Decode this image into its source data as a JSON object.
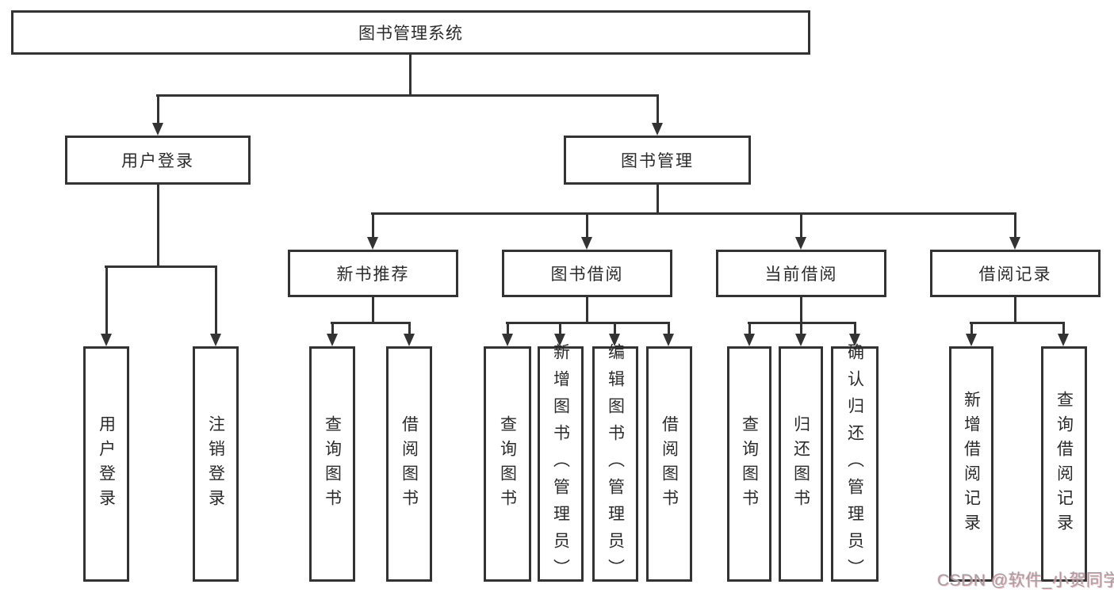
{
  "nodes": {
    "root": "图书管理系统",
    "user_login": "用户登录",
    "book_mgmt": "图书管理",
    "new_book_rec": "新书推荐",
    "book_borrow": "图书借阅",
    "current_borrow": "当前借阅",
    "borrow_record": "借阅记录",
    "leaf_user_login": "用户登录",
    "leaf_logout": "注销登录",
    "leaf_query_book_1": "查询图书",
    "leaf_borrow_book_1": "借阅图书",
    "leaf_query_book_2": "查询图书",
    "leaf_add_book": "新增图书（管理员）",
    "leaf_edit_book": "编辑图书（管理员）",
    "leaf_borrow_book_2": "借阅图书",
    "leaf_query_book_3": "查询图书",
    "leaf_return_book": "归还图书",
    "leaf_confirm_return": "确认归还（管理员）",
    "leaf_add_record": "新增借阅记录",
    "leaf_query_record": "查询借阅记录"
  },
  "hierarchy": {
    "图书管理系统": {
      "用户登录": [
        "用户登录",
        "注销登录"
      ],
      "图书管理": {
        "新书推荐": [
          "查询图书",
          "借阅图书"
        ],
        "图书借阅": [
          "查询图书",
          "新增图书（管理员）",
          "编辑图书（管理员）",
          "借阅图书"
        ],
        "当前借阅": [
          "查询图书",
          "归还图书",
          "确认归还（管理员）"
        ],
        "借阅记录": [
          "新增借阅记录",
          "查询借阅记录"
        ]
      }
    }
  },
  "watermark": "CSDN @软件_小贺同学",
  "colors": {
    "line": "#333333",
    "text": "#2b2b2b",
    "background": "#ffffff",
    "watermark_grey": "#a0a0a3",
    "watermark_pink": "#f4a0af"
  }
}
